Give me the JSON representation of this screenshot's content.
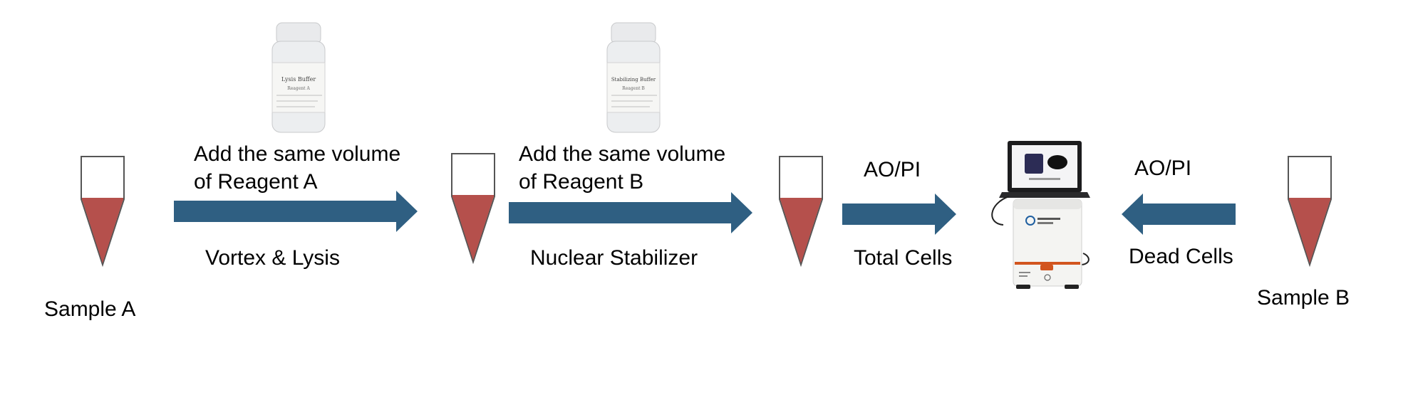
{
  "samples": {
    "sample_a": "Sample A",
    "sample_b": "Sample B"
  },
  "steps": {
    "step1_top_line1": "Add the same volume",
    "step1_top_line2": "of Reagent A",
    "step1_bottom": "Vortex & Lysis",
    "step2_top_line1": "Add the same volume",
    "step2_top_line2": "of Reagent B",
    "step2_bottom": "Nuclear Stabilizer",
    "step3_top": "AO/PI",
    "step3_bottom": "Total Cells",
    "step4_top": "AO/PI",
    "step4_bottom": "Dead Cells"
  },
  "bottles": {
    "reagent_a_label": "Lysis Buffer",
    "reagent_a_sub": "Reagent A",
    "reagent_b_label": "Stabilizing Buffer",
    "reagent_b_sub": "Reagent B"
  },
  "colors": {
    "arrow": "#2f5f82",
    "liquid": "#b5504c",
    "tube_outline": "#555555"
  }
}
